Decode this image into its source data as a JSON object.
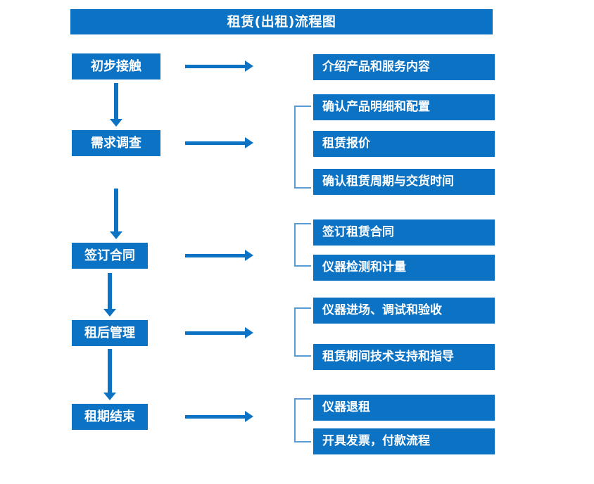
{
  "diagram": {
    "title": "租赁(出租)流程图",
    "colors": {
      "primary_blue": "#0c72c4",
      "bracket_blue": "#5b9bd5",
      "text_on_blue": "#ffffff",
      "background": "#ffffff"
    }
  },
  "stages": [
    {
      "label": "初步接触"
    },
    {
      "label": "需求调查"
    },
    {
      "label": "签订合同"
    },
    {
      "label": "租后管理"
    },
    {
      "label": "租期结束"
    }
  ],
  "details": [
    {
      "label": "介绍产品和服务内容"
    },
    {
      "label": "确认产品明细和配置"
    },
    {
      "label": "租赁报价"
    },
    {
      "label": "确认租赁周期与交货时间"
    },
    {
      "label": "签订租赁合同"
    },
    {
      "label": "仪器检测和计量"
    },
    {
      "label": "仪器进场、调试和验收"
    },
    {
      "label": "租赁期间技术支持和指导"
    },
    {
      "label": "仪器退租"
    },
    {
      "label": "开具发票，付款流程"
    }
  ],
  "groups": [
    {
      "name": "需求调查-group",
      "members": [
        "确认产品明细和配置",
        "租赁报价",
        "确认租赁周期与交货时间"
      ]
    },
    {
      "name": "签订合同-group",
      "members": [
        "签订租赁合同",
        "仪器检测和计量"
      ]
    },
    {
      "name": "租后管理-group",
      "members": [
        "仪器进场、调试和验收",
        "租赁期间技术支持和指导"
      ]
    },
    {
      "name": "租期结束-group",
      "members": [
        "仪器退租",
        "开具发票，付款流程"
      ]
    }
  ],
  "flow_arrows": {
    "vertical_count": 4,
    "horizontal_count": 5
  }
}
